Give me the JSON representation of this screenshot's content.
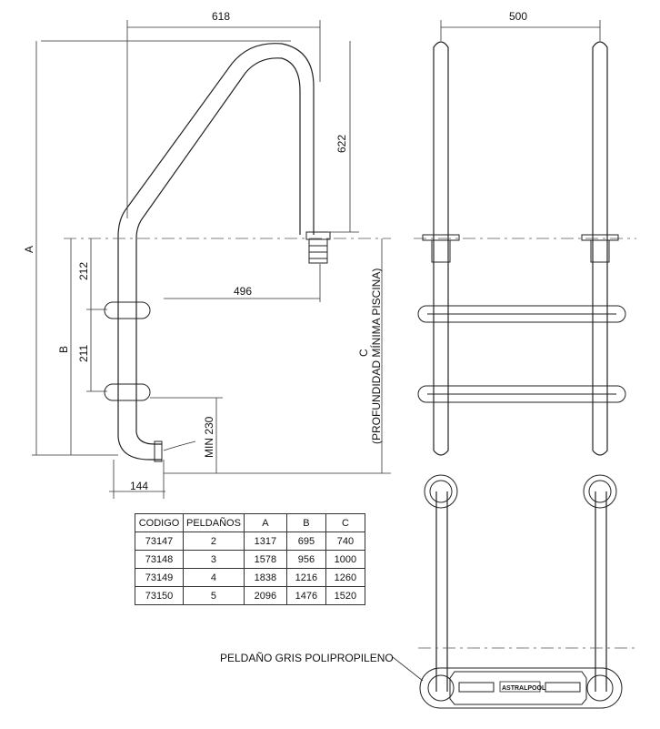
{
  "dimensions": {
    "top_left": "618",
    "top_right": "500",
    "height_622": "622",
    "a": "A",
    "b": "B",
    "c": "C",
    "c_note": "(PROFUNDIDAD MÍNIMA PISCINA)",
    "d212": "212",
    "d211": "211",
    "d496": "496",
    "min230": "MIN 230",
    "d144": "144"
  },
  "table": {
    "headers": [
      "CODIGO",
      "PELDAÑOS",
      "A",
      "B",
      "C"
    ],
    "rows": [
      [
        "73147",
        "2",
        "1317",
        "695",
        "740"
      ],
      [
        "73148",
        "3",
        "1578",
        "956",
        "1000"
      ],
      [
        "73149",
        "4",
        "1838",
        "1216",
        "1260"
      ],
      [
        "73150",
        "5",
        "2096",
        "1476",
        "1520"
      ]
    ]
  },
  "callout": "PELDAÑO GRIS POLIPROPILENO",
  "logo": "ASTRALPOOL"
}
